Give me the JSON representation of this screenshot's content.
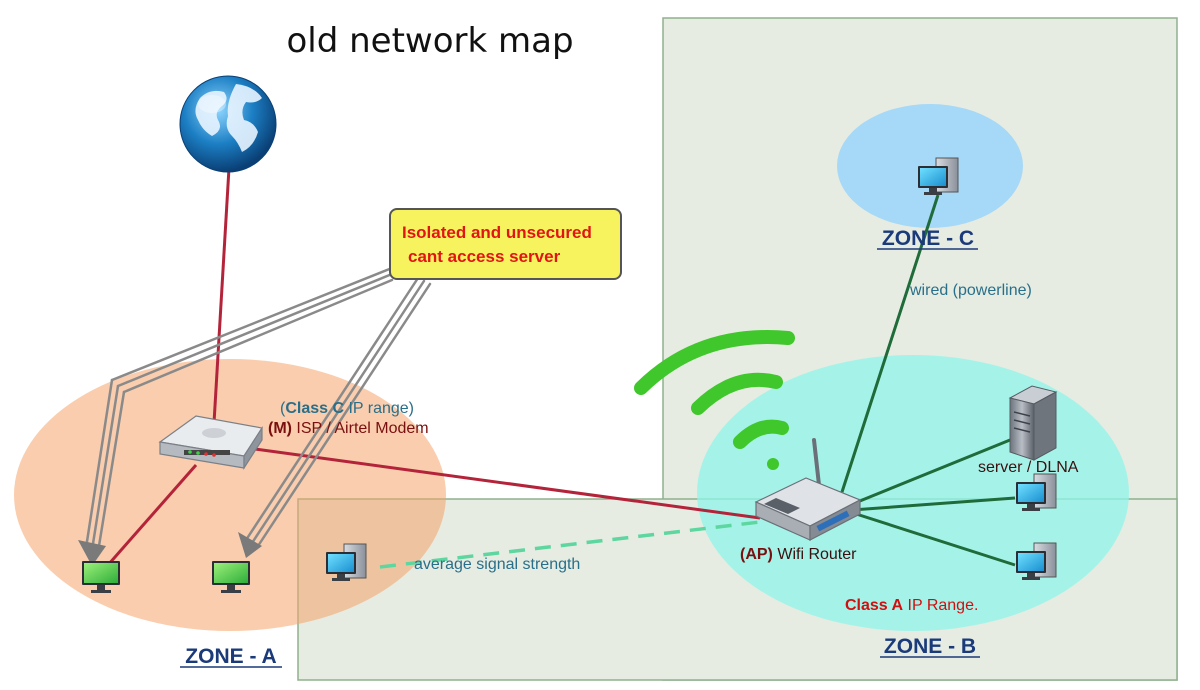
{
  "title": "old network map",
  "zones": {
    "zone_a": "ZONE - A",
    "zone_b": "ZONE - B",
    "zone_c": "ZONE - C"
  },
  "callout": {
    "line1": "Isolated and unsecured",
    "line2": "cant access server"
  },
  "modem": {
    "range_open": "(",
    "range_class": "Class C",
    "range_rest": " IP range)",
    "prefix": "(M)",
    "name": " ISP / Airtel Modem"
  },
  "router": {
    "prefix": "(AP)",
    "name": " Wifi Router",
    "range_class": "Class A",
    "range_rest": " IP Range."
  },
  "labels": {
    "wired": "wired (powerline)",
    "server": "server / DLNA",
    "signal": "average signal strength"
  },
  "colors": {
    "zone_a_fill": "#f7c9a4",
    "zone_b_fill": "#aef6ea",
    "zone_c_fill": "#b2def8",
    "panel_fill": "#e6ece2",
    "panel_border": "#8fb08e",
    "isp_link": "#b3243a",
    "lan_link": "#1f6b3a",
    "wifi": "#3fc72b",
    "callout_fill": "#f7f35e"
  }
}
